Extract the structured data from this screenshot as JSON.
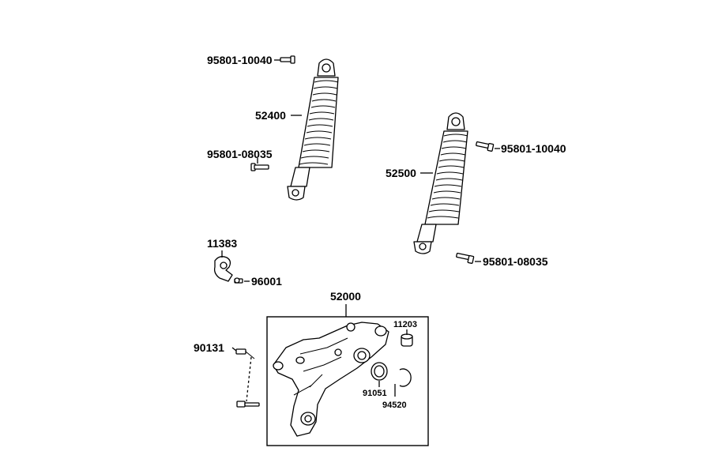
{
  "diagram": {
    "labels": {
      "bolt_top_left": "95801-10040",
      "shock_left": "52400",
      "bolt_lower_left": "95801-08035",
      "shock_right": "52500",
      "bolt_top_right": "95801-10040",
      "bolt_lower_right": "95801-08035",
      "clamp": "11383",
      "screw": "96001",
      "bracket_assembly": "52000",
      "bolt_long": "90131",
      "bushing": "11203",
      "bearing": "91051",
      "circlip": "94520"
    }
  }
}
